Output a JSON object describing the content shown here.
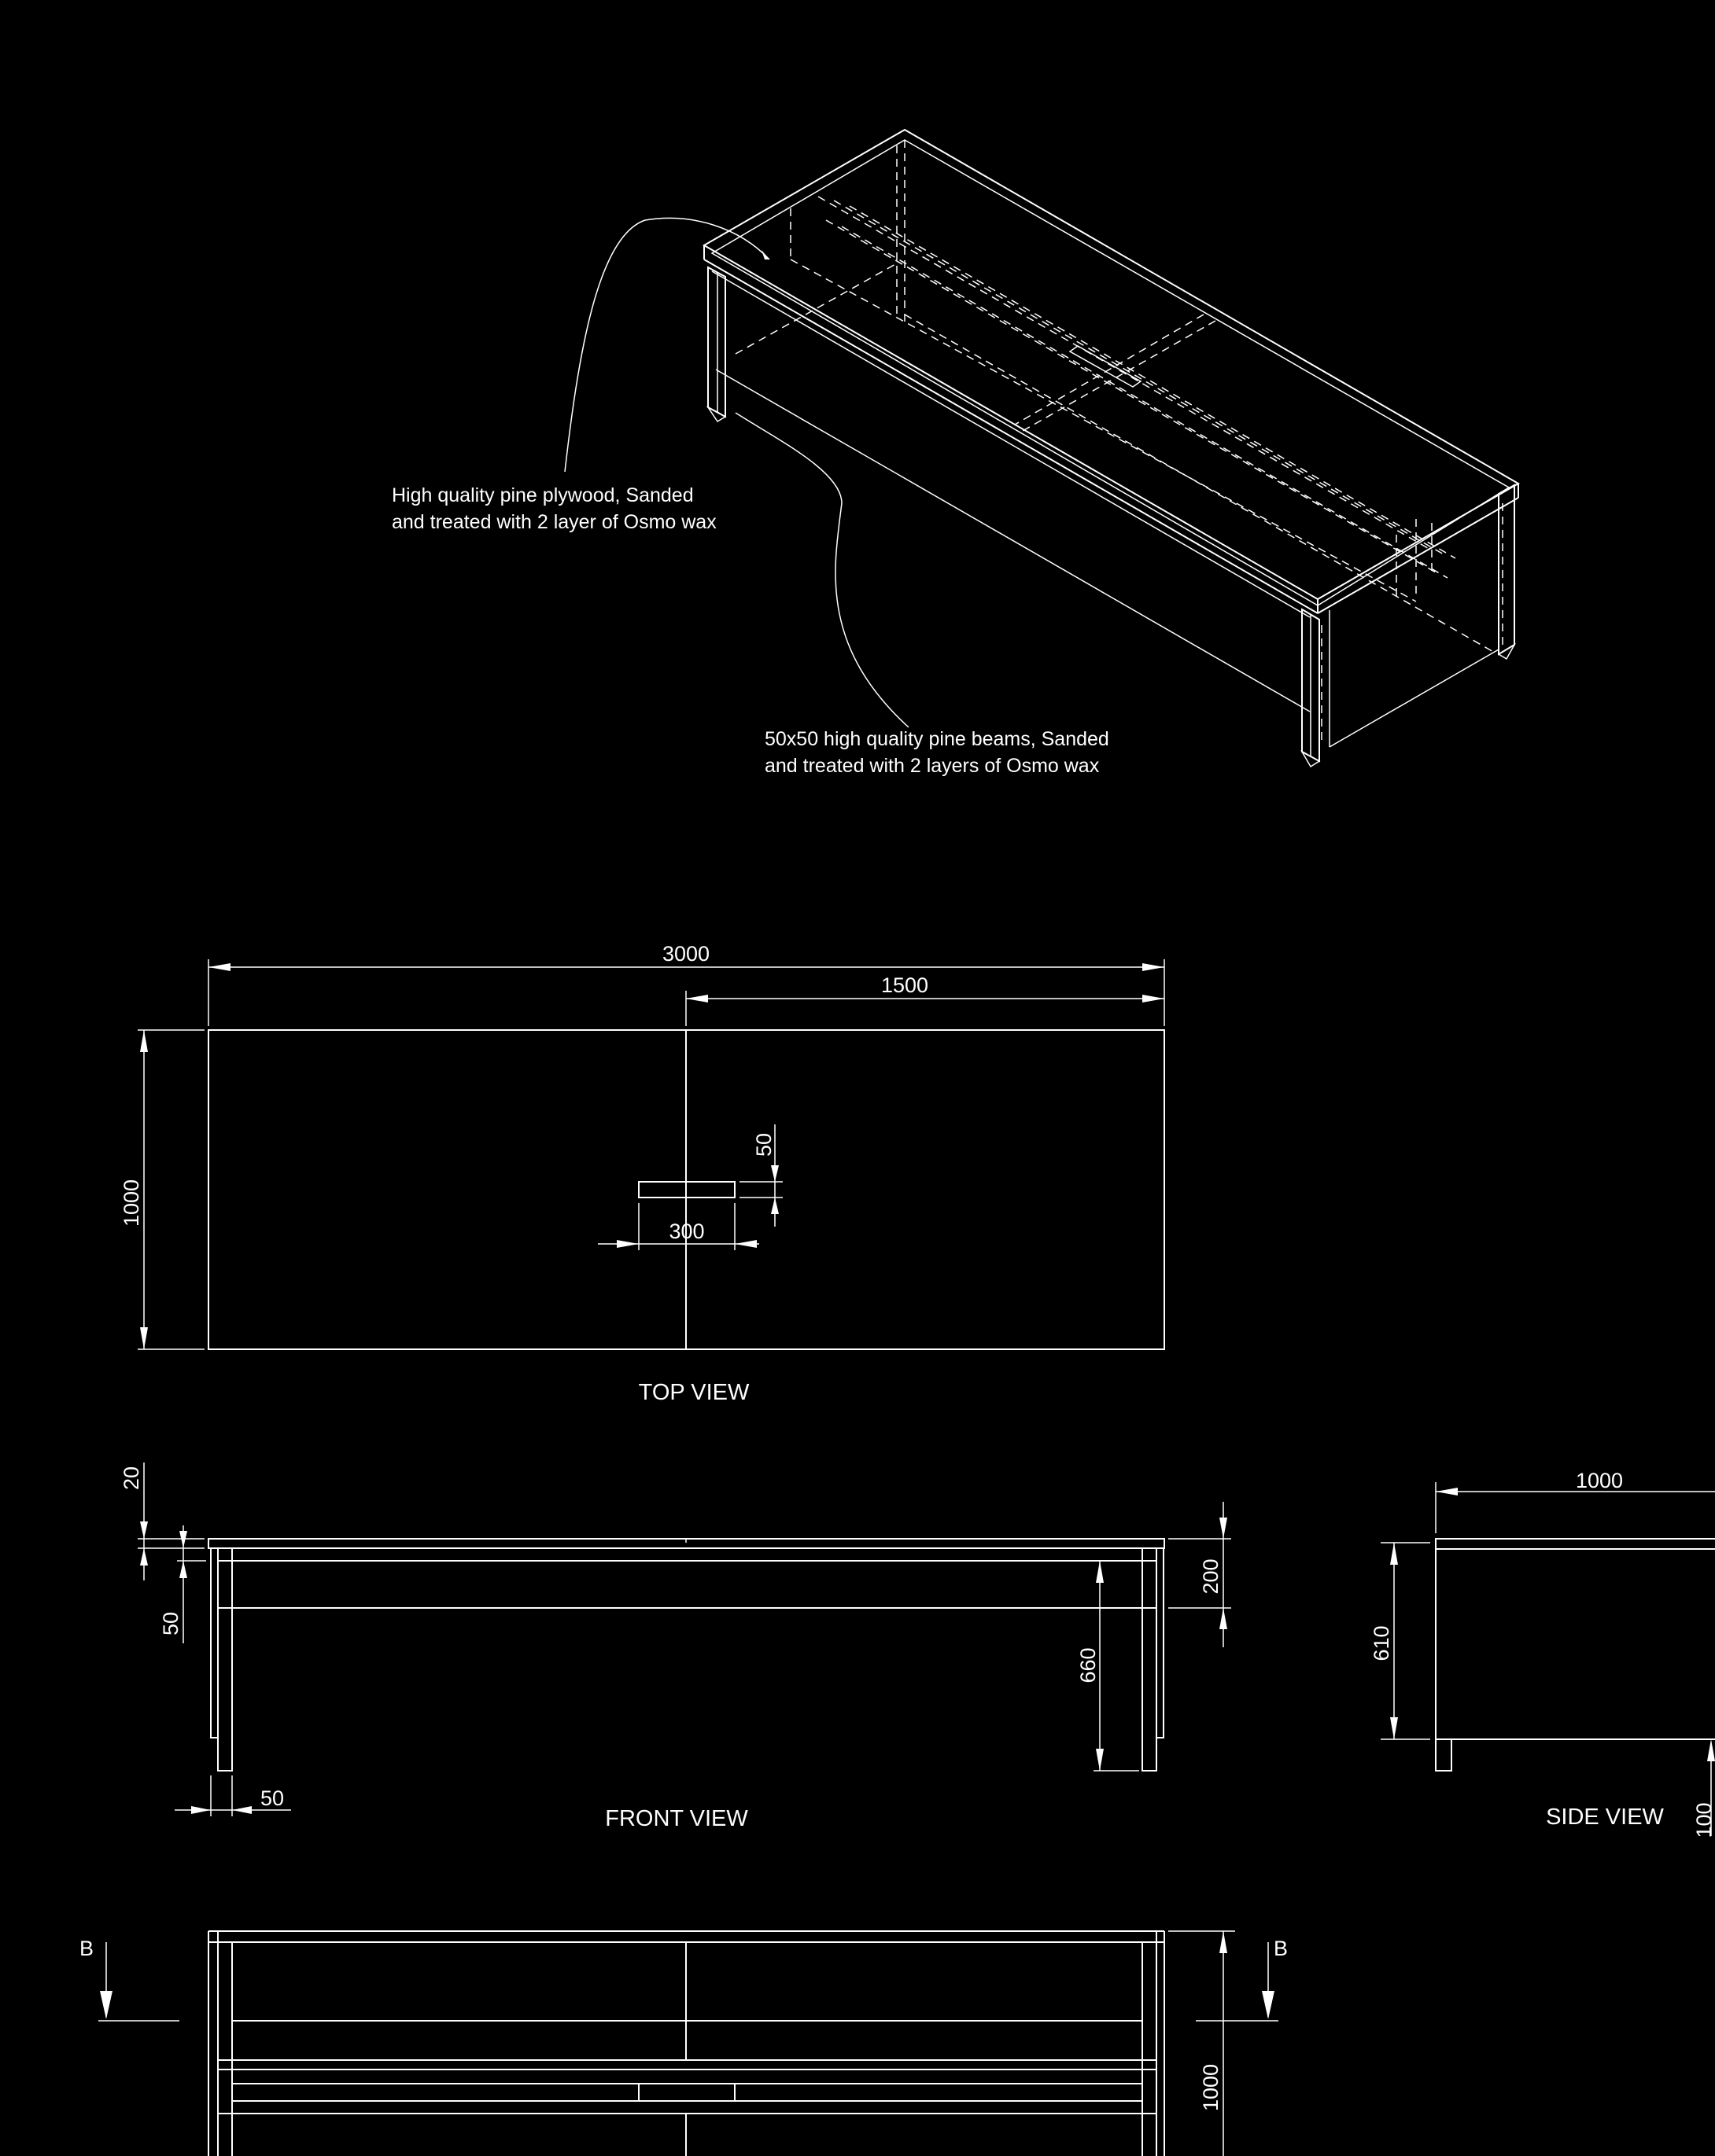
{
  "annotations": {
    "plywood_line1": "High quality pine plywood, Sanded",
    "plywood_line2": "and treated with 2 layer of Osmo wax",
    "beams_line1": "50x50 high quality pine beams, Sanded",
    "beams_line2": "and treated with 2 layers of Osmo wax"
  },
  "dimensions": {
    "top_overall_length": "3000",
    "top_half_length": "1500",
    "top_depth": "1000",
    "slot_width": "50",
    "slot_length": "300",
    "front_top_thickness": "20",
    "front_apron_height": "50",
    "front_apron_total": "200",
    "front_leg_height": "660",
    "front_leg_width": "50",
    "side_depth": "1000",
    "side_height": "610",
    "side_leg": "100",
    "section_height": "1000"
  },
  "view_labels": {
    "top": "TOP VIEW",
    "front": "FRONT VIEW",
    "side": "SIDE VIEW",
    "section_marker_left": "B",
    "section_marker_right": "B"
  }
}
